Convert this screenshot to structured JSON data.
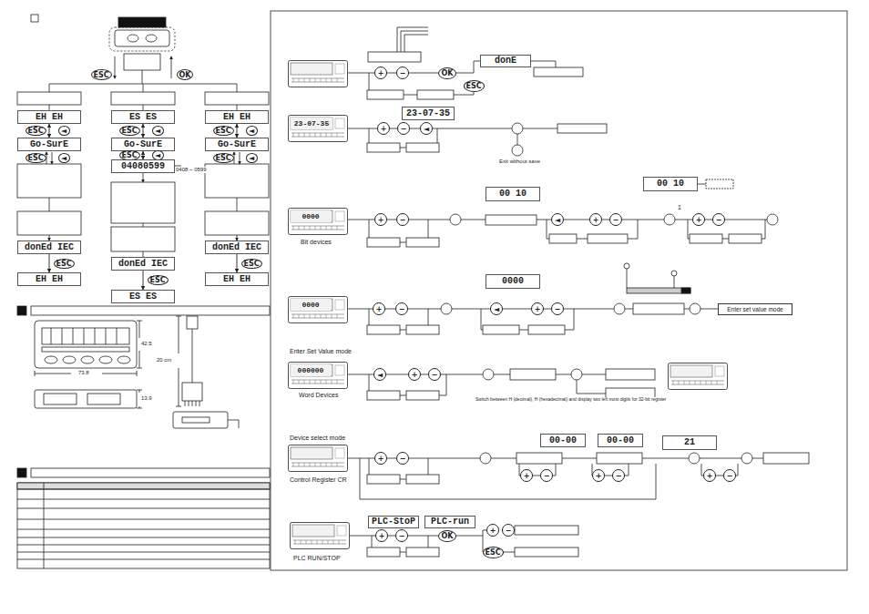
{
  "diagram": {
    "nodes": [
      {
        "text": [
          "ESC"
        ]
      },
      {
        "text": [
          "OK"
        ]
      },
      {
        "text": [
          "EH EH"
        ]
      },
      {
        "text": [
          "ES ES"
        ]
      },
      {
        "text": [
          "EH EH"
        ]
      },
      {
        "text": [
          "ESC"
        ]
      },
      {
        "text": [
          "◄"
        ]
      },
      {
        "text": [
          "Go-SurE"
        ]
      },
      {
        "text": [
          "ESC"
        ]
      },
      {
        "text": [
          "◄"
        ]
      },
      {
        "text": [
          "Go-SurE"
        ]
      },
      {
        "text": [
          "ESC"
        ]
      },
      {
        "text": [
          "◄"
        ]
      },
      {
        "text": [
          "Go-SurE"
        ]
      },
      {
        "text": [
          "ESC"
        ]
      },
      {
        "text": [
          "◄"
        ]
      },
      {
        "text": [
          "ESC"
        ]
      },
      {
        "text": [
          "◄"
        ]
      },
      {
        "text": [
          "04080599"
        ]
      },
      {
        "text": [
          "ESC"
        ]
      },
      {
        "text": [
          "◄"
        ]
      },
      {
        "text": [
          "donEd IEC"
        ]
      },
      {
        "text": [
          "donEd IEC"
        ]
      },
      {
        "text": [
          "donEd IEC"
        ]
      },
      {
        "text": [
          "ESC"
        ]
      },
      {
        "text": [
          "ESC"
        ]
      },
      {
        "text": [
          "ESC"
        ]
      },
      {
        "text": [
          "EH EH"
        ]
      },
      {
        "text": [
          "ES ES"
        ]
      },
      {
        "text": [
          "EH EH"
        ]
      },
      {
        "text": [
          "+"
        ]
      },
      {
        "text": [
          "−"
        ]
      },
      {
        "text": [
          "OK"
        ]
      },
      {
        "text": [
          "donE"
        ]
      },
      {
        "text": [
          "ESC"
        ]
      },
      {
        "text": [
          "23-07-35"
        ]
      },
      {
        "text": [
          "23-07-35"
        ]
      },
      {
        "text": [
          "+"
        ]
      },
      {
        "text": [
          "−"
        ]
      },
      {
        "text": [
          "◄"
        ]
      },
      {
        "text": [
          "0000"
        ]
      },
      {
        "text": [
          "+"
        ]
      },
      {
        "text": [
          "−"
        ]
      },
      {
        "text": [
          "00 10"
        ]
      },
      {
        "text": [
          "◄"
        ]
      },
      {
        "text": [
          "+"
        ]
      },
      {
        "text": [
          "−"
        ]
      },
      {
        "text": [
          "00 10"
        ]
      },
      {
        "text": [
          "+"
        ]
      },
      {
        "text": [
          "−"
        ]
      },
      {
        "text": [
          "0000"
        ]
      },
      {
        "text": [
          "+"
        ]
      },
      {
        "text": [
          "−"
        ]
      },
      {
        "text": [
          "0000"
        ]
      },
      {
        "text": [
          "◄"
        ]
      },
      {
        "text": [
          "+"
        ]
      },
      {
        "text": [
          "−"
        ]
      },
      {
        "text": [
          "Enter set value mode"
        ]
      },
      {
        "text": [
          "000000"
        ]
      },
      {
        "text": [
          "◄"
        ]
      },
      {
        "text": [
          "+"
        ]
      },
      {
        "text": [
          "−"
        ]
      },
      {
        "text": [
          "00-00"
        ]
      },
      {
        "text": [
          "00-00"
        ]
      },
      {
        "text": [
          "+"
        ]
      },
      {
        "text": [
          "−"
        ]
      },
      {
        "text": [
          "+"
        ]
      },
      {
        "text": [
          "−"
        ]
      },
      {
        "text": [
          "+"
        ]
      },
      {
        "text": [
          "−"
        ]
      },
      {
        "text": [
          "21"
        ]
      },
      {
        "text": [
          "+"
        ]
      },
      {
        "text": [
          "−"
        ]
      },
      {
        "text": [
          "PLC-StoP"
        ]
      },
      {
        "text": [
          "PLC-run"
        ]
      },
      {
        "text": [
          "+"
        ]
      },
      {
        "text": [
          "−"
        ]
      },
      {
        "text": [
          "OK"
        ]
      },
      {
        "text": [
          "+"
        ]
      },
      {
        "text": [
          "−"
        ]
      },
      {
        "text": [
          "ESC"
        ]
      }
    ],
    "edges": [
      {
        "from": 2,
        "to": 7,
        "arrow": "both"
      },
      {
        "from": 3,
        "to": 10,
        "arrow": "both"
      },
      {
        "from": 4,
        "to": 13,
        "arrow": "both"
      },
      {
        "from": 10,
        "to": 18,
        "arrow": "both"
      },
      {
        "from": 21,
        "to": 27,
        "arrow": "to"
      },
      {
        "from": 22,
        "to": 28,
        "arrow": "to"
      },
      {
        "from": 23,
        "to": 29,
        "arrow": "to"
      }
    ],
    "labels": [
      "0408 ~ 0599",
      "73.8",
      "42.5",
      "13.9",
      "20 cm",
      "Bit devices",
      "Enter Set Value mode",
      "Word Devices",
      "Device select mode",
      "Control Register CR",
      "PLC RUN/STOP",
      "Exit without save",
      "Switch between H (decimal), H (hexadecimal) and display two left most digits for 32-bit register",
      "1"
    ]
  }
}
